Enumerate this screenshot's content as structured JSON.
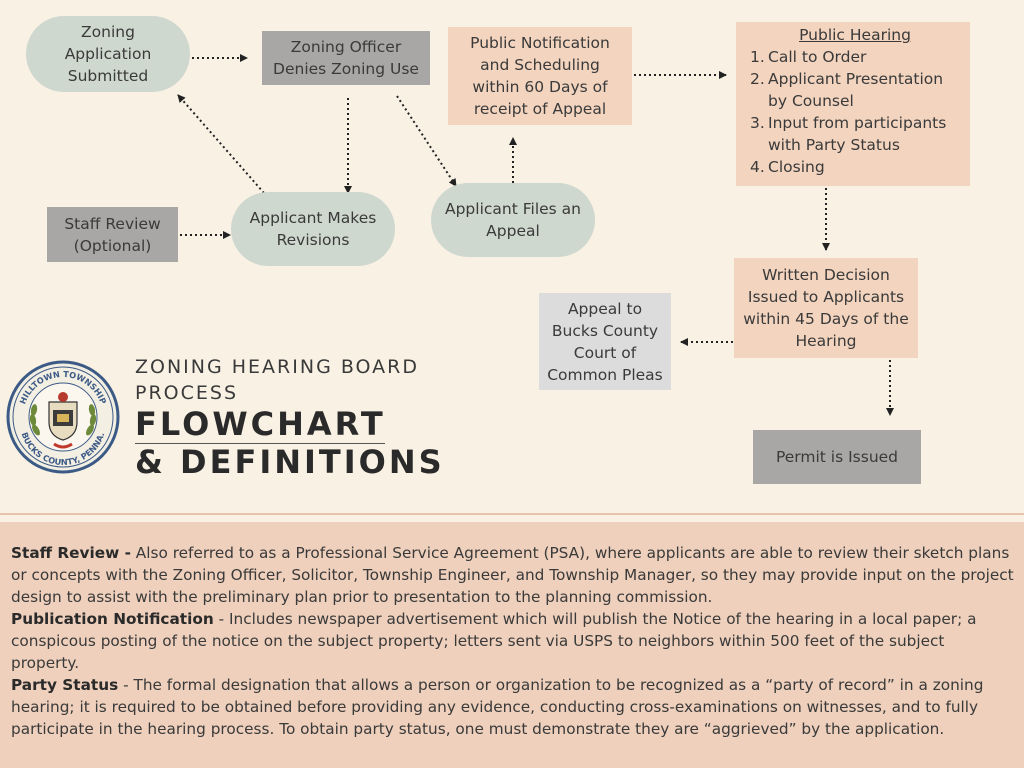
{
  "nodes": {
    "application_submitted": "Zoning\nApplication\nSubmitted",
    "officer_denies": "Zoning Officer\nDenies Zoning Use",
    "public_notification": "Public Notification\nand Scheduling\nwithin 60 Days of\nreceipt of Appeal",
    "staff_review": "Staff Review\n(Optional)",
    "applicant_revisions": "Applicant Makes\nRevisions",
    "applicant_appeal": "Applicant Files an\nAppeal",
    "written_decision": "Written Decision\nIssued to Applicants\nwithin 45 Days of the\nHearing",
    "appeal_court": "Appeal to\nBucks County\nCourt of\nCommon Pleas",
    "permit_issued": "Permit is Issued"
  },
  "hearing": {
    "title": "Public Hearing",
    "steps": [
      {
        "num": "1.",
        "text": "Call to Order"
      },
      {
        "num": "2.",
        "text": "Applicant Presentation by Counsel"
      },
      {
        "num": "3.",
        "text": "Input from participants with Party Status"
      },
      {
        "num": "4.",
        "text": "Closing"
      }
    ]
  },
  "title": {
    "line1": "ZONING HEARING BOARD",
    "line2": "PROCESS",
    "line3": "FLOWCHART",
    "line4": "& DEFINITIONS"
  },
  "seal": {
    "top_text": "HILLTOWN TOWNSHIP",
    "bottom_text": "BUCKS COUNTY, PENNA."
  },
  "definitions": [
    {
      "term": "Staff Review -",
      "text": " Also referred to as a Professional Service Agreement (PSA), where applicants are able to review their sketch plans or concepts with the Zoning Officer, Solicitor, Township Engineer, and Township Manager, so they may provide input on the project design to assist with the preliminary plan prior to presentation to the planning commission."
    },
    {
      "term": "Publication Notification",
      "text": " - Includes newspaper advertisement which will publish the Notice of the hearing in a local paper; a conspicous posting of the notice on the subject property; letters sent via USPS to neighbors within 500 feet of the subject property."
    },
    {
      "term": "Party Status",
      "text": " - The formal designation that allows a person or organization to be recognized as a “party of record” in a zoning hearing; it is required to be obtained before providing any evidence, conducting cross-examinations on witnesses, and to fully participate in the hearing process. To obtain party status, one must demonstrate they are “aggrieved” by the application."
    }
  ],
  "colors": {
    "background": "#f8f1e4",
    "pill": "#cfd8cf",
    "gray_box": "#a8a7a6",
    "peach_box": "#f2d4bf",
    "definitions_band": "#eed0bc"
  }
}
